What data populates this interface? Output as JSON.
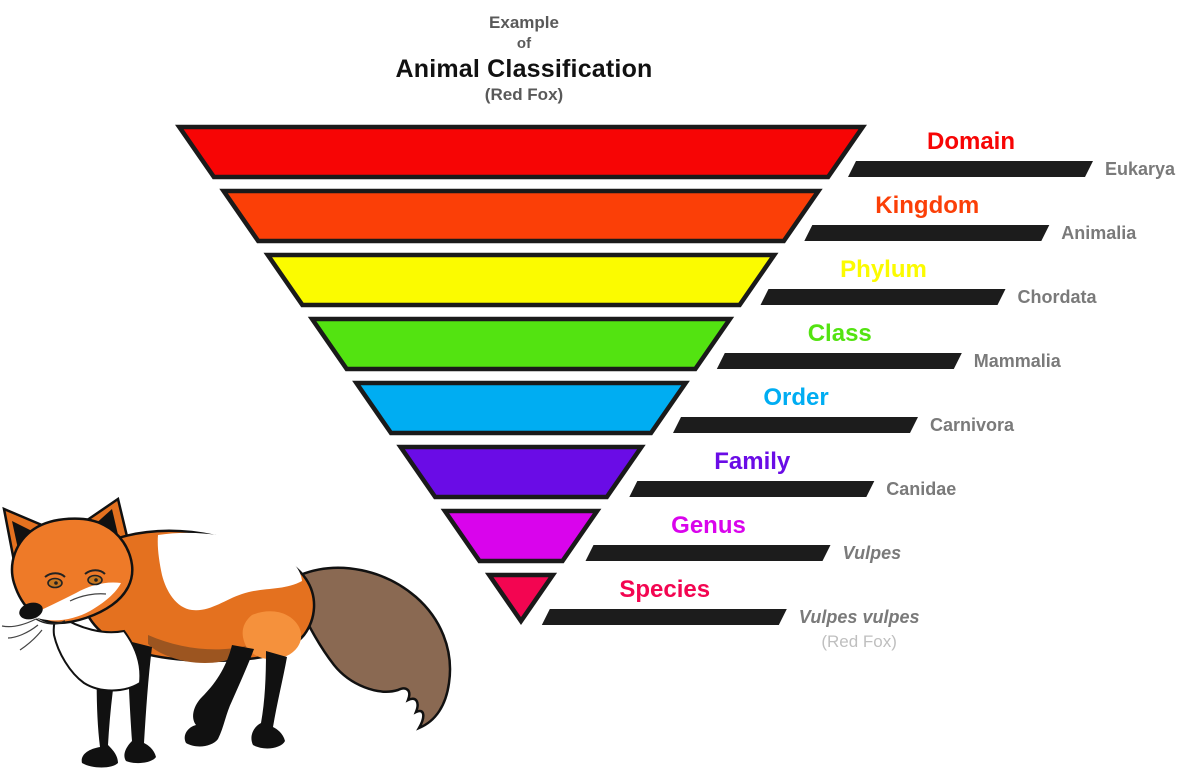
{
  "title": {
    "line1": "Example",
    "line2": "of",
    "line3": "Animal Classification",
    "line4": "(Red Fox)"
  },
  "chart_data": {
    "type": "funnel-pyramid",
    "title": "Example of Animal Classification (Red Fox)",
    "levels": [
      {
        "rank": "Domain",
        "taxon": "Eukarya",
        "color": "#f70505",
        "italic": false
      },
      {
        "rank": "Kingdom",
        "taxon": "Animalia",
        "color": "#fb3f07",
        "italic": false
      },
      {
        "rank": "Phylum",
        "taxon": "Chordata",
        "color": "#fbfb00",
        "italic": false
      },
      {
        "rank": "Class",
        "taxon": "Mammalia",
        "color": "#53e311",
        "italic": false
      },
      {
        "rank": "Order",
        "taxon": "Carnivora",
        "color": "#00adf2",
        "italic": false
      },
      {
        "rank": "Family",
        "taxon": "Canidae",
        "color": "#6a0ce6",
        "italic": false
      },
      {
        "rank": "Genus",
        "taxon": "Vulpes",
        "color": "#d904ec",
        "italic": true
      },
      {
        "rank": "Species",
        "taxon": "Vulpes vulpes",
        "taxon_note": "(Red Fox)",
        "color": "#f30551",
        "italic": true
      }
    ],
    "bar_color": "#1c1c1c",
    "outline_color": "#1a1a1a",
    "taxon_text_color": "#7a7a7a",
    "note_text_color": "#bfbfbf",
    "legend_position": "right"
  },
  "illustration": {
    "name": "red-fox",
    "alt": "Red Fox standing, facing left"
  }
}
